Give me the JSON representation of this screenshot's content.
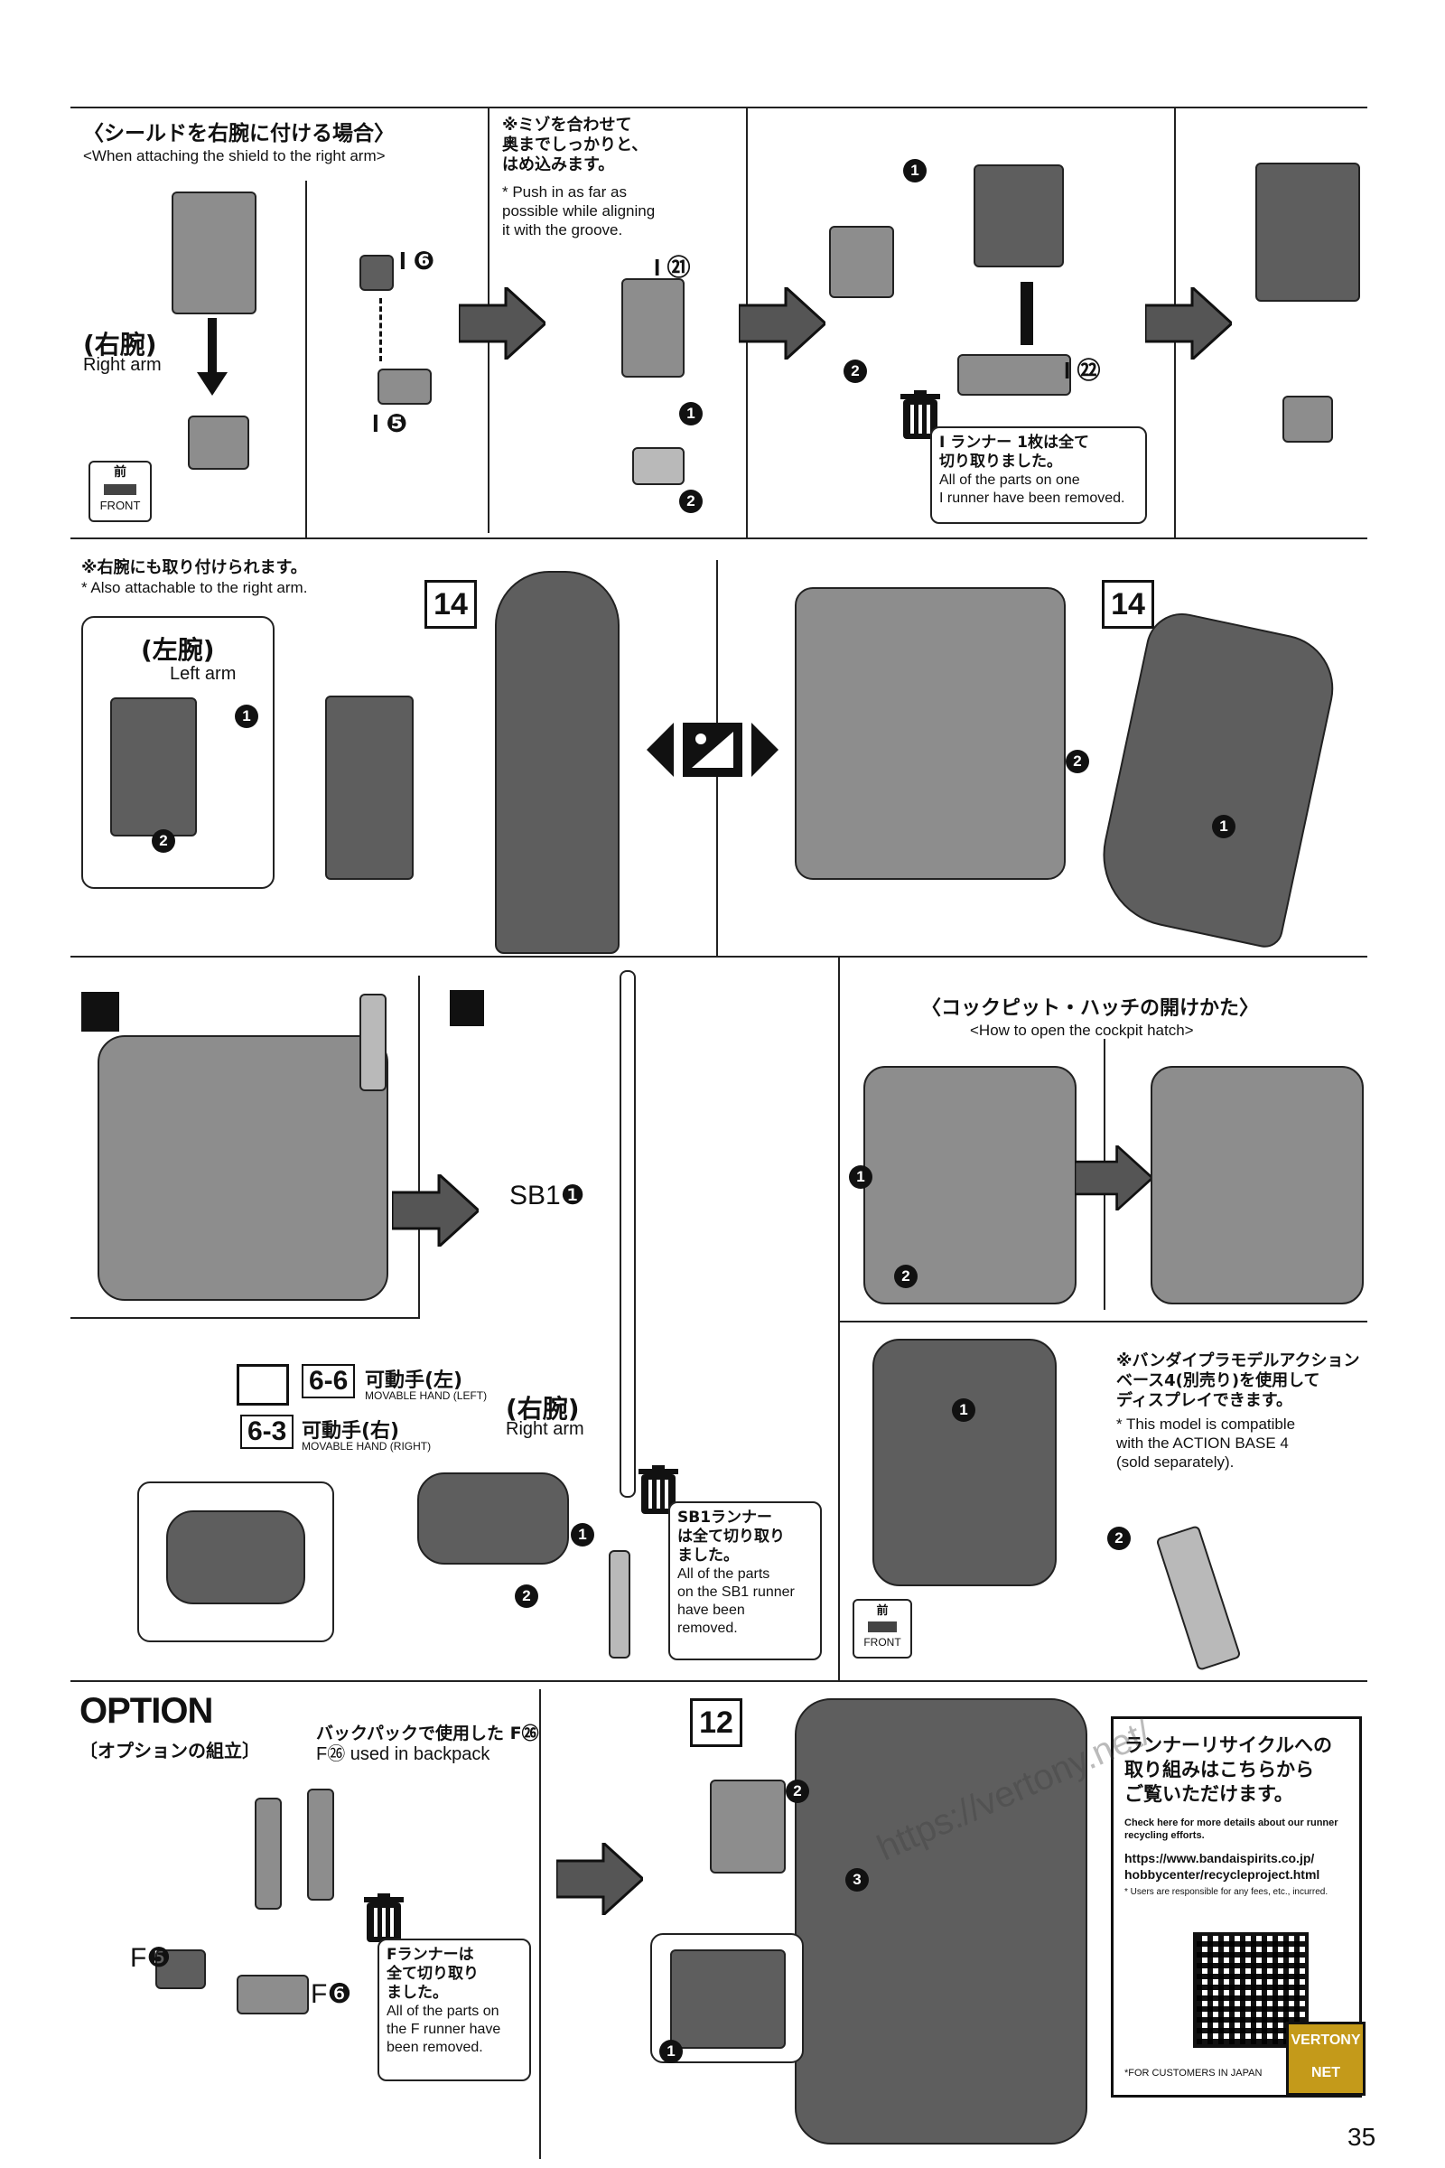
{
  "page": {
    "number": "35",
    "watermarks": [
      "https://vertony.net/",
      "VERTONY NET"
    ]
  },
  "section_shield": {
    "title_jp": "〈シールドを右腕に付ける場合〉",
    "title_en": "<When attaching the shield to the right arm>",
    "right_arm_jp": "(右腕)",
    "right_arm_en": "Right arm",
    "front_jp": "前",
    "front_en": "FRONT",
    "part_6": "I ❻",
    "part_5": "I ❺",
    "note_jp": "※ミゾを合わせて\n奥までしっかりと、\nはめ込みます。",
    "note_en": "* Push in as far as\npossible while aligning\nit with the groove.",
    "part_21": "I ㉑",
    "part_22": "I ㉒",
    "runner_jp": "I ランナー 1枚は全て\n切り取りました。",
    "runner_en": "All of the parts on one\nI runner have been removed."
  },
  "section_left": {
    "note_jp": "※右腕にも取り付けられます。",
    "note_en": "* Also attachable to the right arm.",
    "left_arm_jp": "(左腕)",
    "left_arm_en": "Left arm",
    "step_a": "14",
    "step_b": "14"
  },
  "section_beam": {
    "sb1": "SB1❶",
    "hand_left_code": "6-6",
    "hand_left_jp": "可動手(左)",
    "hand_left_en": "MOVABLE HAND (LEFT)",
    "hand_right_code": "6-3",
    "hand_right_jp": "可動手(右)",
    "hand_right_en": "MOVABLE HAND (RIGHT)",
    "right_arm_jp": "(右腕)",
    "right_arm_en": "Right arm",
    "runner_jp": "SB1ランナー\nは全て切り取り\nました。",
    "runner_en": "All of the parts\non the SB1 runner\nhave been\nremoved."
  },
  "section_cockpit": {
    "title_jp": "〈コックピット・ハッチの開けかた〉",
    "title_en": "<How to open the cockpit hatch>",
    "base_note_jp": "※バンダイプラモデルアクション\nベース4(別売り)を使用して\nディスプレイできます。",
    "base_note_en": "* This model is compatible\nwith the ACTION BASE 4\n(sold separately).",
    "front_jp": "前",
    "front_en": "FRONT"
  },
  "section_option": {
    "title": "OPTION",
    "subtitle_jp": "〔オプションの組立〕",
    "backpack_jp": "バックパックで使用した F㉖",
    "backpack_en": "F㉖ used in backpack",
    "f5": "F❺",
    "f6": "F❻",
    "runner_jp": "Fランナーは\n全て切り取り\nました。",
    "runner_en": "All of the parts on\nthe F runner have\nbeen removed.",
    "step": "12"
  },
  "recycle": {
    "title_jp": "ランナーリサイクルへの\n取り組みはこちらから\nご覧いただけます。",
    "detail_en": "Check here for more details about our runner recycling efforts.",
    "url1": "https://www.bandaispirits.co.jp/",
    "url2": "hobbycenter/recycleproject.html",
    "fee_note": "* Users are responsible for any fees, etc., incurred.",
    "customers": "*FOR CUSTOMERS IN JAPAN"
  },
  "icons": [
    "trash-can-icon",
    "front-icon",
    "arrow-right-icon",
    "swap-icon",
    "qr-code-icon"
  ]
}
